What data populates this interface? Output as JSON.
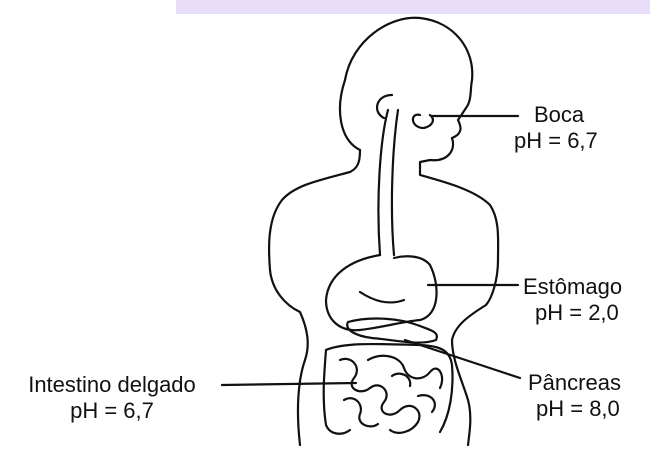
{
  "labels": {
    "boca": {
      "name": "Boca",
      "ph": "pH = 6,7"
    },
    "estomago": {
      "name": "Estômago",
      "ph": "pH = 2,0"
    },
    "pancreas": {
      "name": "Pâncreas",
      "ph": "pH = 8,0"
    },
    "intestino": {
      "name": "Intestino delgado",
      "ph": "pH = 6,7"
    }
  },
  "colors": {
    "top_bar": "#e7ddf9",
    "lines": "#111111"
  }
}
